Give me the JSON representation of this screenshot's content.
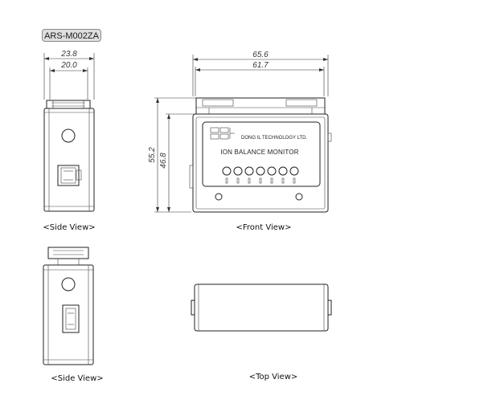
{
  "model": "ARS-M002ZA",
  "dimensions": {
    "side_width_outer": "23.8",
    "side_width_inner": "20.0",
    "front_width_outer": "65.6",
    "front_width_inner": "61.7",
    "front_height_outer": "55.2",
    "front_height_inner": "46.8"
  },
  "device": {
    "brand_text": "DONG IL TECHNOLOGY LTD.",
    "product_text": "ION BALANCE MONITOR"
  },
  "captions": {
    "side_view_top": "<Side View>",
    "front_view": "<Front View>",
    "side_view_bottom": "<Side View>",
    "top_view": "<Top View>"
  }
}
